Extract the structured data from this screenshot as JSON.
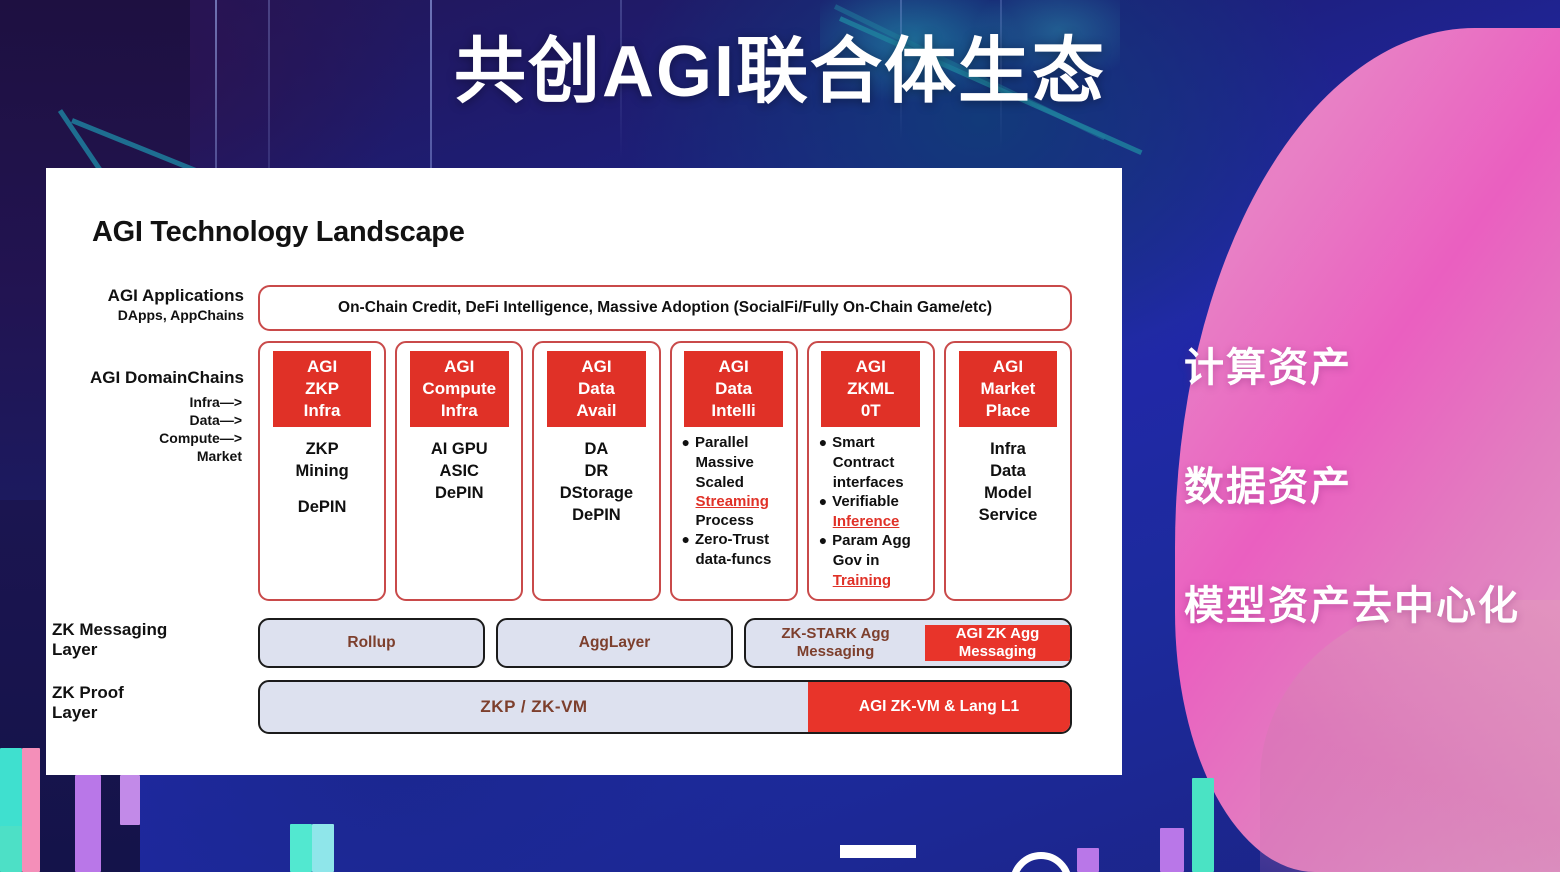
{
  "title": "共创AGI联合体生态",
  "panel": {
    "heading": "AGI Technology Landscape",
    "rows": {
      "applications": {
        "label": "AGI Applications",
        "sublabel": "DApps, AppChains",
        "bar_text": "On-Chain Credit, DeFi Intelligence, Massive Adoption (SocialFi/Fully On-Chain Game/etc)"
      },
      "domainchains": {
        "label": "AGI DomainChains",
        "sublines": [
          "Infra—>",
          "Data—>",
          "Compute—>",
          "Market"
        ]
      },
      "zk_messaging": {
        "label_line1": "ZK Messaging",
        "label_line2": "Layer"
      },
      "zk_proof": {
        "label_line1": "ZK Proof",
        "label_line2": "Layer"
      }
    },
    "cards": [
      {
        "head": [
          "AGI",
          "ZKP",
          "Infra"
        ],
        "body_lines": [
          "ZKP",
          "Mining",
          "",
          "DePIN"
        ]
      },
      {
        "head": [
          "AGI",
          "Compute",
          "Infra"
        ],
        "body_lines": [
          "AI GPU",
          "ASIC",
          "DePIN"
        ]
      },
      {
        "head": [
          "AGI",
          "Data",
          "Avail"
        ],
        "body_lines": [
          "DA",
          "DR",
          "DStorage",
          "DePIN"
        ]
      },
      {
        "head": [
          "AGI",
          "Data",
          "Intelli"
        ],
        "bullets": [
          {
            "bullet": true,
            "parts": [
              {
                "t": "Parallel",
                "hl": false
              }
            ]
          },
          {
            "bullet": false,
            "parts": [
              {
                "t": "Massive",
                "hl": false
              }
            ]
          },
          {
            "bullet": false,
            "parts": [
              {
                "t": "Scaled",
                "hl": false
              }
            ]
          },
          {
            "bullet": false,
            "parts": [
              {
                "t": "Streaming",
                "hl": true
              }
            ]
          },
          {
            "bullet": false,
            "parts": [
              {
                "t": "Process",
                "hl": false
              }
            ]
          },
          {
            "bullet": true,
            "parts": [
              {
                "t": "Zero-Trust",
                "hl": false
              }
            ]
          },
          {
            "bullet": false,
            "parts": [
              {
                "t": "data-funcs",
                "hl": false
              }
            ]
          }
        ]
      },
      {
        "head": [
          "AGI",
          "ZKML",
          "0T"
        ],
        "bullets": [
          {
            "bullet": true,
            "parts": [
              {
                "t": "Smart",
                "hl": false
              }
            ]
          },
          {
            "bullet": false,
            "parts": [
              {
                "t": "Contract",
                "hl": false
              }
            ]
          },
          {
            "bullet": false,
            "parts": [
              {
                "t": "interfaces",
                "hl": false
              }
            ]
          },
          {
            "bullet": true,
            "parts": [
              {
                "t": "Verifiable",
                "hl": false
              }
            ]
          },
          {
            "bullet": false,
            "parts": [
              {
                "t": "Inference",
                "hl": true
              }
            ]
          },
          {
            "bullet": true,
            "parts": [
              {
                "t": "Param Agg",
                "hl": false
              }
            ]
          },
          {
            "bullet": false,
            "parts": [
              {
                "t": "Gov in",
                "hl": false
              }
            ]
          },
          {
            "bullet": false,
            "parts": [
              {
                "t": "Training",
                "hl": true
              }
            ]
          }
        ]
      },
      {
        "head": [
          "AGI",
          "Market",
          "Place"
        ],
        "body_lines": [
          "Infra",
          "Data",
          "Model",
          "Service"
        ]
      }
    ],
    "messaging": {
      "rollup": "Rollup",
      "agglayer": "AggLayer",
      "zkstark": "ZK-STARK Agg Messaging",
      "agi_zk_agg": "AGI ZK Agg Messaging"
    },
    "proof": {
      "left": "ZKP / ZK-VM",
      "right": "AGI ZK-VM & Lang L1"
    }
  },
  "right_labels": [
    "计算资产",
    "数据资产",
    "模型资产去中心化"
  ],
  "colors": {
    "accent_red": "#e03127",
    "card_border": "#c94a4a",
    "pill_bg": "#dde1ef",
    "pill_text": "#7d3f2d",
    "bg_blue": "#1d1e78",
    "pink": "#ea5fc0"
  }
}
